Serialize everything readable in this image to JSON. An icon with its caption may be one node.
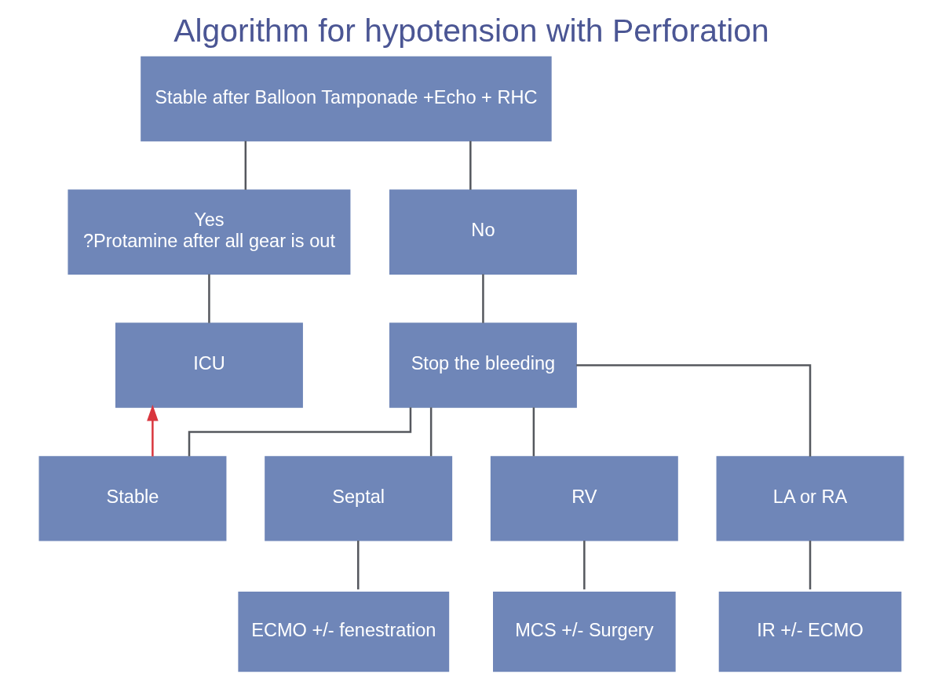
{
  "diagram": {
    "title": "Algorithm for hypotension with Perforation",
    "nodes": [
      {
        "text": [
          "Stable after Balloon Tamponade +Echo + RHC"
        ]
      },
      {
        "text": [
          "Yes",
          "?Protamine after all gear is out"
        ]
      },
      {
        "text": [
          "No"
        ]
      },
      {
        "text": [
          "ICU"
        ]
      },
      {
        "text": [
          "Stop the bleeding"
        ]
      },
      {
        "text": [
          "Stable"
        ]
      },
      {
        "text": [
          "Septal"
        ]
      },
      {
        "text": [
          "RV"
        ]
      },
      {
        "text": [
          "LA or RA"
        ]
      },
      {
        "text": [
          "ECMO +/- fenestration"
        ]
      },
      {
        "text": [
          "MCS +/- Surgery"
        ]
      },
      {
        "text": [
          "IR +/- ECMO"
        ]
      }
    ],
    "edges": [
      {
        "from": 0,
        "to": 1,
        "arrow": "none"
      },
      {
        "from": 0,
        "to": 2,
        "arrow": "none"
      },
      {
        "from": 1,
        "to": 3,
        "arrow": "none"
      },
      {
        "from": 2,
        "to": 4,
        "arrow": "none"
      },
      {
        "from": 4,
        "to": 5,
        "arrow": "none"
      },
      {
        "from": 4,
        "to": 6,
        "arrow": "none"
      },
      {
        "from": 4,
        "to": 7,
        "arrow": "none"
      },
      {
        "from": 4,
        "to": 8,
        "arrow": "none"
      },
      {
        "from": 5,
        "to": 3,
        "arrow": "to",
        "color": "#d9363e"
      },
      {
        "from": 6,
        "to": 9,
        "arrow": "none"
      },
      {
        "from": 7,
        "to": 10,
        "arrow": "none"
      },
      {
        "from": 8,
        "to": 11,
        "arrow": "none"
      }
    ]
  }
}
